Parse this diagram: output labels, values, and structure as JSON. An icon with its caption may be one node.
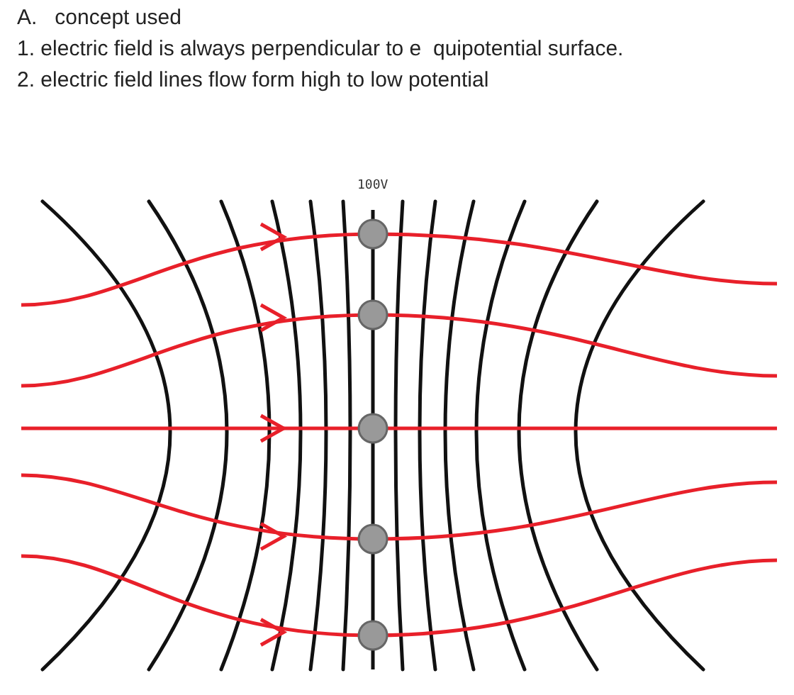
{
  "diagram": {
    "labels": [
      "A.   concept used",
      "1. electric field is always perpendicular to e  quipotential surface.",
      "2. electric field lines flow form high to low potential",
      "100V"
    ]
  }
}
